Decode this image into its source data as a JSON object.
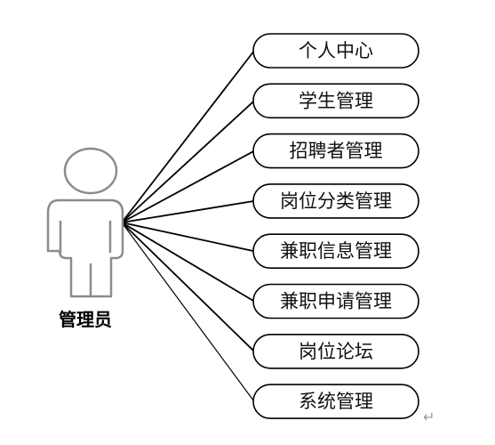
{
  "actor": {
    "label": "管理员",
    "icon": "person-outline-icon"
  },
  "use_cases": [
    {
      "label": "个人中心"
    },
    {
      "label": "学生管理"
    },
    {
      "label": "招聘者管理"
    },
    {
      "label": "岗位分类管理"
    },
    {
      "label": "兼职信息管理"
    },
    {
      "label": "兼职申请管理"
    },
    {
      "label": "岗位论坛"
    },
    {
      "label": "系统管理"
    }
  ],
  "colors": {
    "line": "#000000",
    "oval_border": "#000000",
    "actor_outline": "#8c8c8c",
    "actor_fill": "#ffffff"
  },
  "paragraph_mark": "↵"
}
